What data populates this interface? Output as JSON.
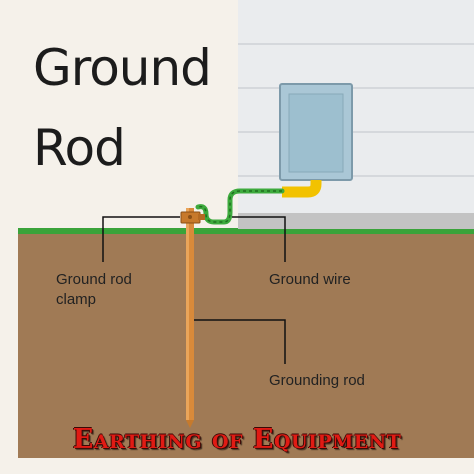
{
  "title": {
    "line1": "Ground",
    "line2": "Rod"
  },
  "labels": {
    "clamp_line1": "Ground rod",
    "clamp_line2": "clamp",
    "wire": "Ground wire",
    "rod": "Grounding rod"
  },
  "banner": {
    "text": "Earthing of Equipment"
  },
  "colors": {
    "background": "#f5f1ea",
    "soil": "#a07a55",
    "grass": "#3aa33a",
    "wall": "#eaecee",
    "meter_box": "#aac7d6",
    "conduit": "#f2c200",
    "ground_wire": "#3daa3d",
    "rod": "#d98a3a",
    "banner_text": "#e01b14"
  },
  "icons": {
    "meter": "electric-meter-box-icon",
    "rod": "grounding-rod-icon",
    "clamp": "rod-clamp-icon"
  }
}
